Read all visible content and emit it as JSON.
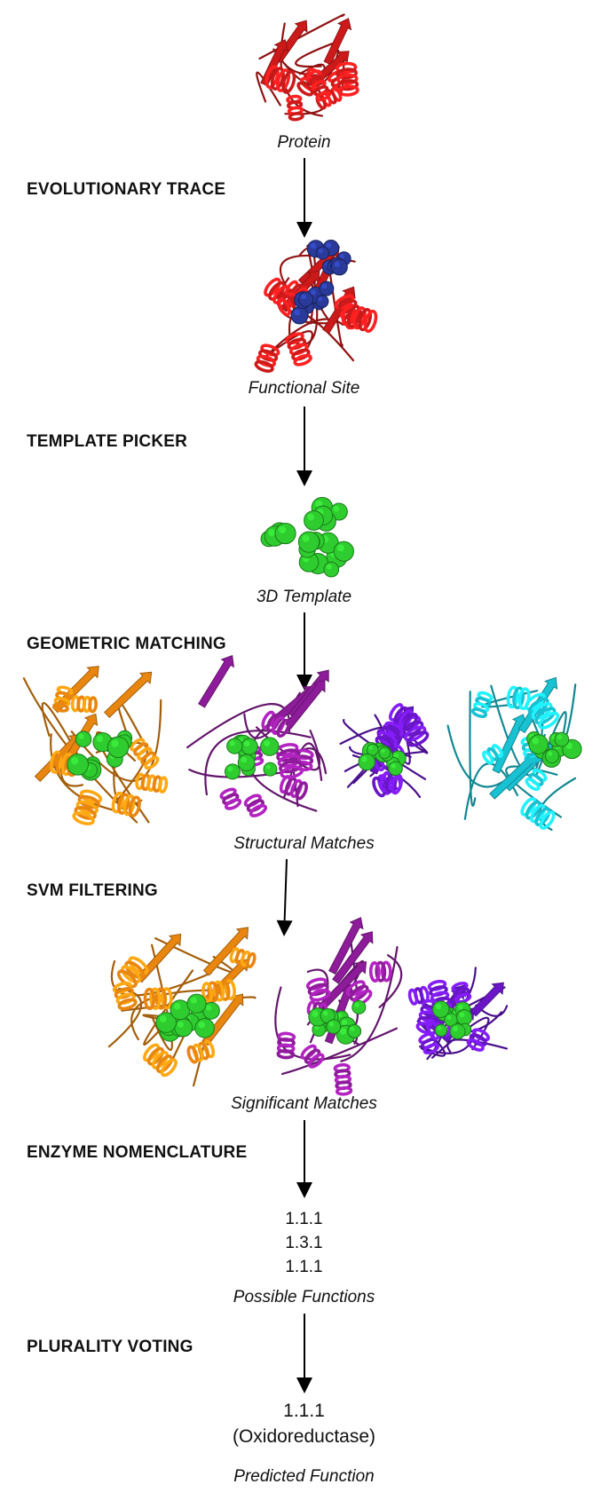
{
  "steps": {
    "evolutionary_trace": "EVOLUTIONARY TRACE",
    "template_picker": "TEMPLATE PICKER",
    "geometric_matching": "GEOMETRIC MATCHING",
    "svm_filtering": "SVM FILTERING",
    "enzyme_nomenclature": "ENZYME NOMENCLATURE",
    "plurality_voting": "PLURALITY VOTING"
  },
  "captions": {
    "protein": "Protein",
    "functional_site": "Functional Site",
    "template": "3D Template",
    "structural_matches": "Structural Matches",
    "significant_matches": "Significant Matches",
    "possible_functions": "Possible Functions",
    "predicted_function": "Predicted Function"
  },
  "possible_functions": [
    "1.1.1",
    "1.3.1",
    "1.1.1"
  ],
  "predicted": {
    "ec": "1.1.1",
    "class": "(Oxidoreductase)"
  },
  "colors": {
    "protein": "#cc1a1a",
    "site": "#2a3a9a",
    "template": "#2ecc2e",
    "orange": "#e8860f",
    "magenta": "#8e1c9a",
    "violet": "#6a16c8",
    "cyan": "#19c2d2",
    "arrow": "#000000"
  },
  "icons": [
    "protein-cartoon",
    "functional-site-cartoon",
    "template-spheres",
    "structure-match-cartoon"
  ]
}
